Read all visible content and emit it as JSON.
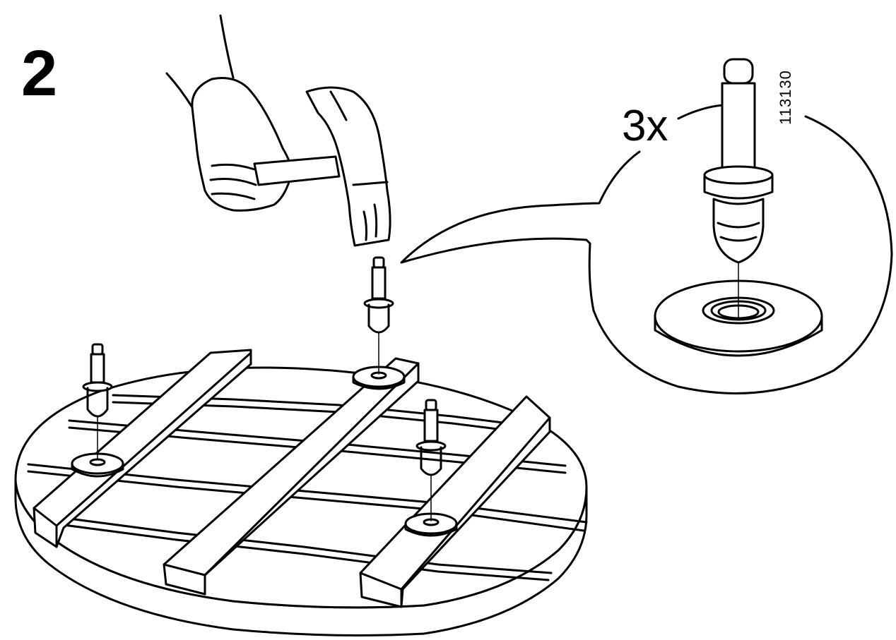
{
  "step": {
    "number": "2"
  },
  "detail": {
    "quantity": "3x",
    "part_number": "113130"
  },
  "icons": [
    "hammer-icon",
    "hand-icon",
    "dowel-pin-icon",
    "washer-icon"
  ]
}
